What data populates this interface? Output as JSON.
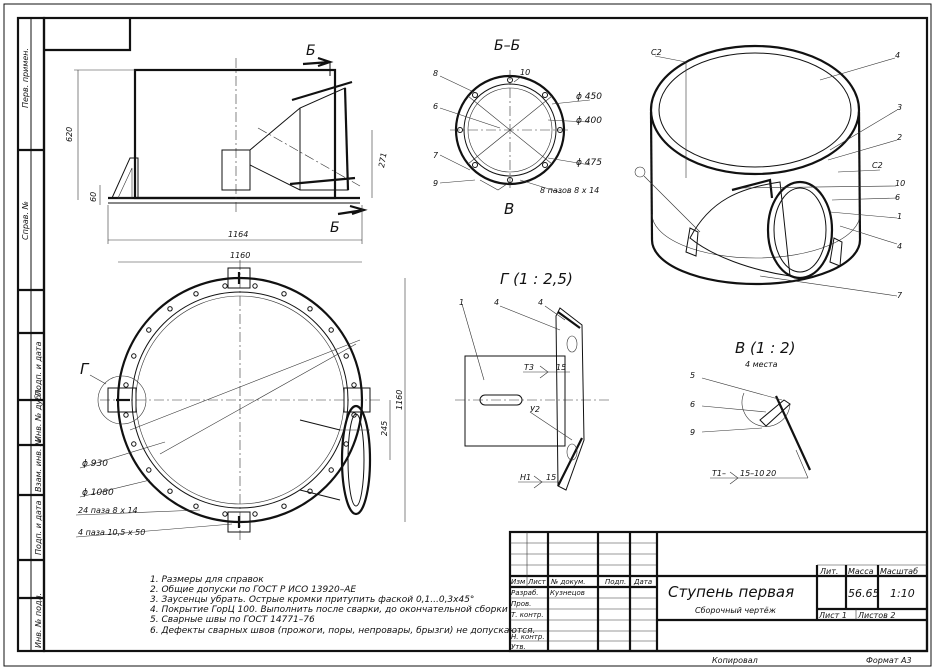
{
  "side_stamp": {
    "perv_primen": "Перв. примен.",
    "sprav_no": "Справ. №",
    "podp_data_1": "Подп. и дата",
    "inv_dubl": "Инв. № дубл.",
    "vzam_inv": "Взам. инв. №",
    "podp_data_2": "Подп. и дата",
    "inv_podl": "Инв. № подл."
  },
  "front_view": {
    "dim_620": "620",
    "dim_60": "60",
    "dim_271": "271",
    "dim_1164": "1164",
    "section_mark_top": "Б",
    "section_mark_bottom": "Б"
  },
  "section_bb": {
    "title": "Б–Б",
    "leader_8": "8",
    "leader_10": "10",
    "leader_6": "6",
    "leader_7": "7",
    "leader_9": "9",
    "dia_450": "ϕ 450",
    "dia_400": "ϕ 400",
    "dia_475": "ϕ 475",
    "slots": "8 пазов  8 х 14",
    "detail_mark": "В"
  },
  "top_view": {
    "dim_1160_h": "1160",
    "dim_1160_v": "1160",
    "dim_245": "245",
    "detail_mark": "Г",
    "dia_930": "ϕ 930",
    "dia_1080": "ϕ 1080",
    "slots_24": "24 паза  8 х 14",
    "slots_4": "4 паза  10,5 х 50"
  },
  "detail_g": {
    "title": "Г (1 : 2,5)",
    "leader_1": "1",
    "leader_4a": "4",
    "leader_4b": "4",
    "weld_t3": "Т3",
    "weld_15a": "15",
    "weld_u2": "У2",
    "weld_n1": "Н1",
    "weld_15b": "15"
  },
  "detail_v": {
    "title": "В (1 : 2)",
    "subtitle": "4 места",
    "leader_5": "5",
    "leader_6": "6",
    "leader_9": "9",
    "weld": "Т1–",
    "weld_spec": "15–10",
    "weld_step": "20"
  },
  "iso_view": {
    "c2_a": "С2",
    "c2_b": "С2",
    "n4a": "4",
    "n3": "3",
    "n2": "2",
    "n10": "10",
    "n6": "6",
    "n1": "1",
    "n4b": "4",
    "n7": "7"
  },
  "notes": [
    "1.  Размеры для справок",
    "2.  Общие допуски по ГОСТ Р ИСО 13920–АЕ",
    "3.  Заусенцы убрать. Острые кромки притупить фаской 0,1...0,3х45°",
    "4.  Покрытие ГорЦ 100. Выполнить после сварки, до окончательной сборки",
    "5.  Сварные швы по ГОСТ 14771–76",
    "6.  Дефекты сварных швов (прожоги, поры, непровары, брызги) не допускаются."
  ],
  "title_block": {
    "col_izm": "Изм",
    "col_list": "Лист",
    "col_doc": "№ докум.",
    "col_podp": "Подп.",
    "col_data": "Дата",
    "razrab": "Разраб.",
    "razrab_name": "Кузнецов",
    "prov": "Пров.",
    "t_kontr": "Т. контр.",
    "n_kontr": "Н. контр.",
    "utv": "Утв.",
    "title": "Ступень первая",
    "subtitle": "Сборочный чертёж",
    "lit": "Лит.",
    "massa": "Масса",
    "masshtab": "Масштаб",
    "mass_value": "56.65",
    "scale_value": "1:10",
    "sheet": "Лист 1",
    "sheets": "Листов 2",
    "kopiroval": "Копировал",
    "format": "Формат А3"
  }
}
